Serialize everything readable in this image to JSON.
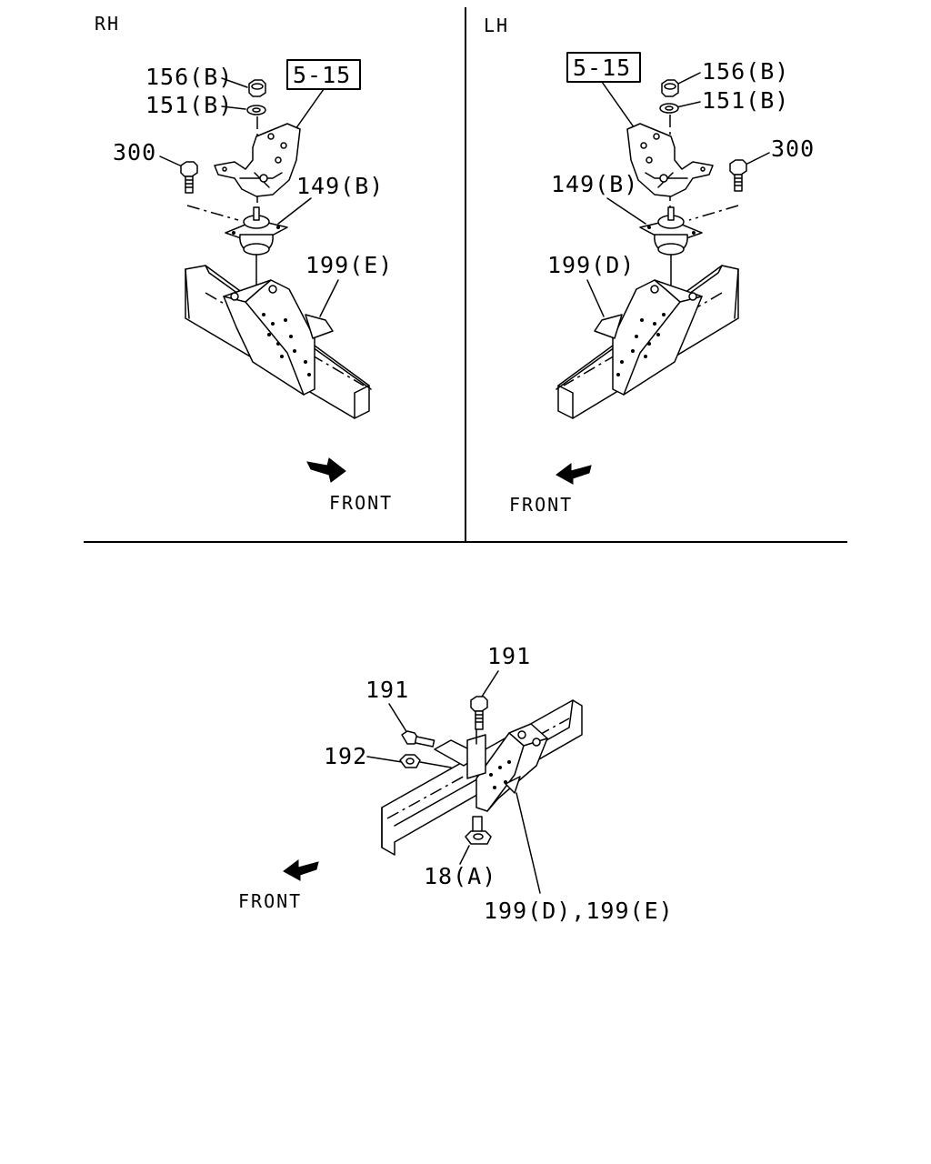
{
  "rh_panel": {
    "side_label": "RH",
    "ref_box": "5-15",
    "callouts": {
      "nut": "156(B)",
      "washer": "151(B)",
      "bolt": "300",
      "mount": "149(B)",
      "bracket": "199(E)"
    },
    "front_label": "FRONT"
  },
  "lh_panel": {
    "side_label": "LH",
    "ref_box": "5-15",
    "callouts": {
      "nut": "156(B)",
      "washer": "151(B)",
      "bolt": "300",
      "mount": "149(B)",
      "bracket": "199(D)"
    },
    "front_label": "FRONT"
  },
  "lower_panel": {
    "callouts": {
      "bolt_top": "191",
      "bolt_side": "191",
      "nut_side": "192",
      "nut_bottom": "18(A)",
      "bracket": "199(D),199(E)"
    },
    "front_label": "FRONT"
  },
  "colors": {
    "line": "#000000",
    "background": "#ffffff"
  }
}
